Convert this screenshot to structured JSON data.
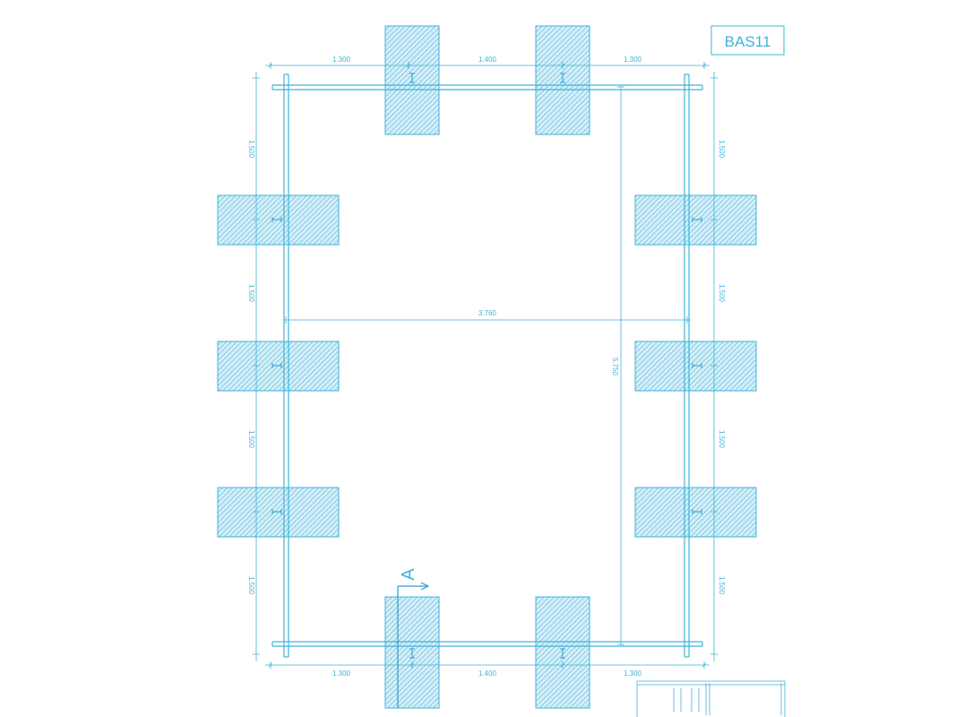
{
  "drawing": {
    "sheet_tag": "BAS11",
    "section_marker": "A",
    "line_color": "#3fb3da",
    "hatch_fill": "#cdeaf5",
    "dimensions": {
      "top": [
        "1.300",
        "1.400",
        "1.300"
      ],
      "bottom": [
        "1.300",
        "1.400",
        "1.300"
      ],
      "left": [
        "1.500",
        "1.500",
        "1.500",
        "1.500"
      ],
      "right": [
        "1.500",
        "1.500",
        "1.500",
        "1.500"
      ],
      "inner_width": "3.760",
      "inner_length": "5.750"
    }
  }
}
